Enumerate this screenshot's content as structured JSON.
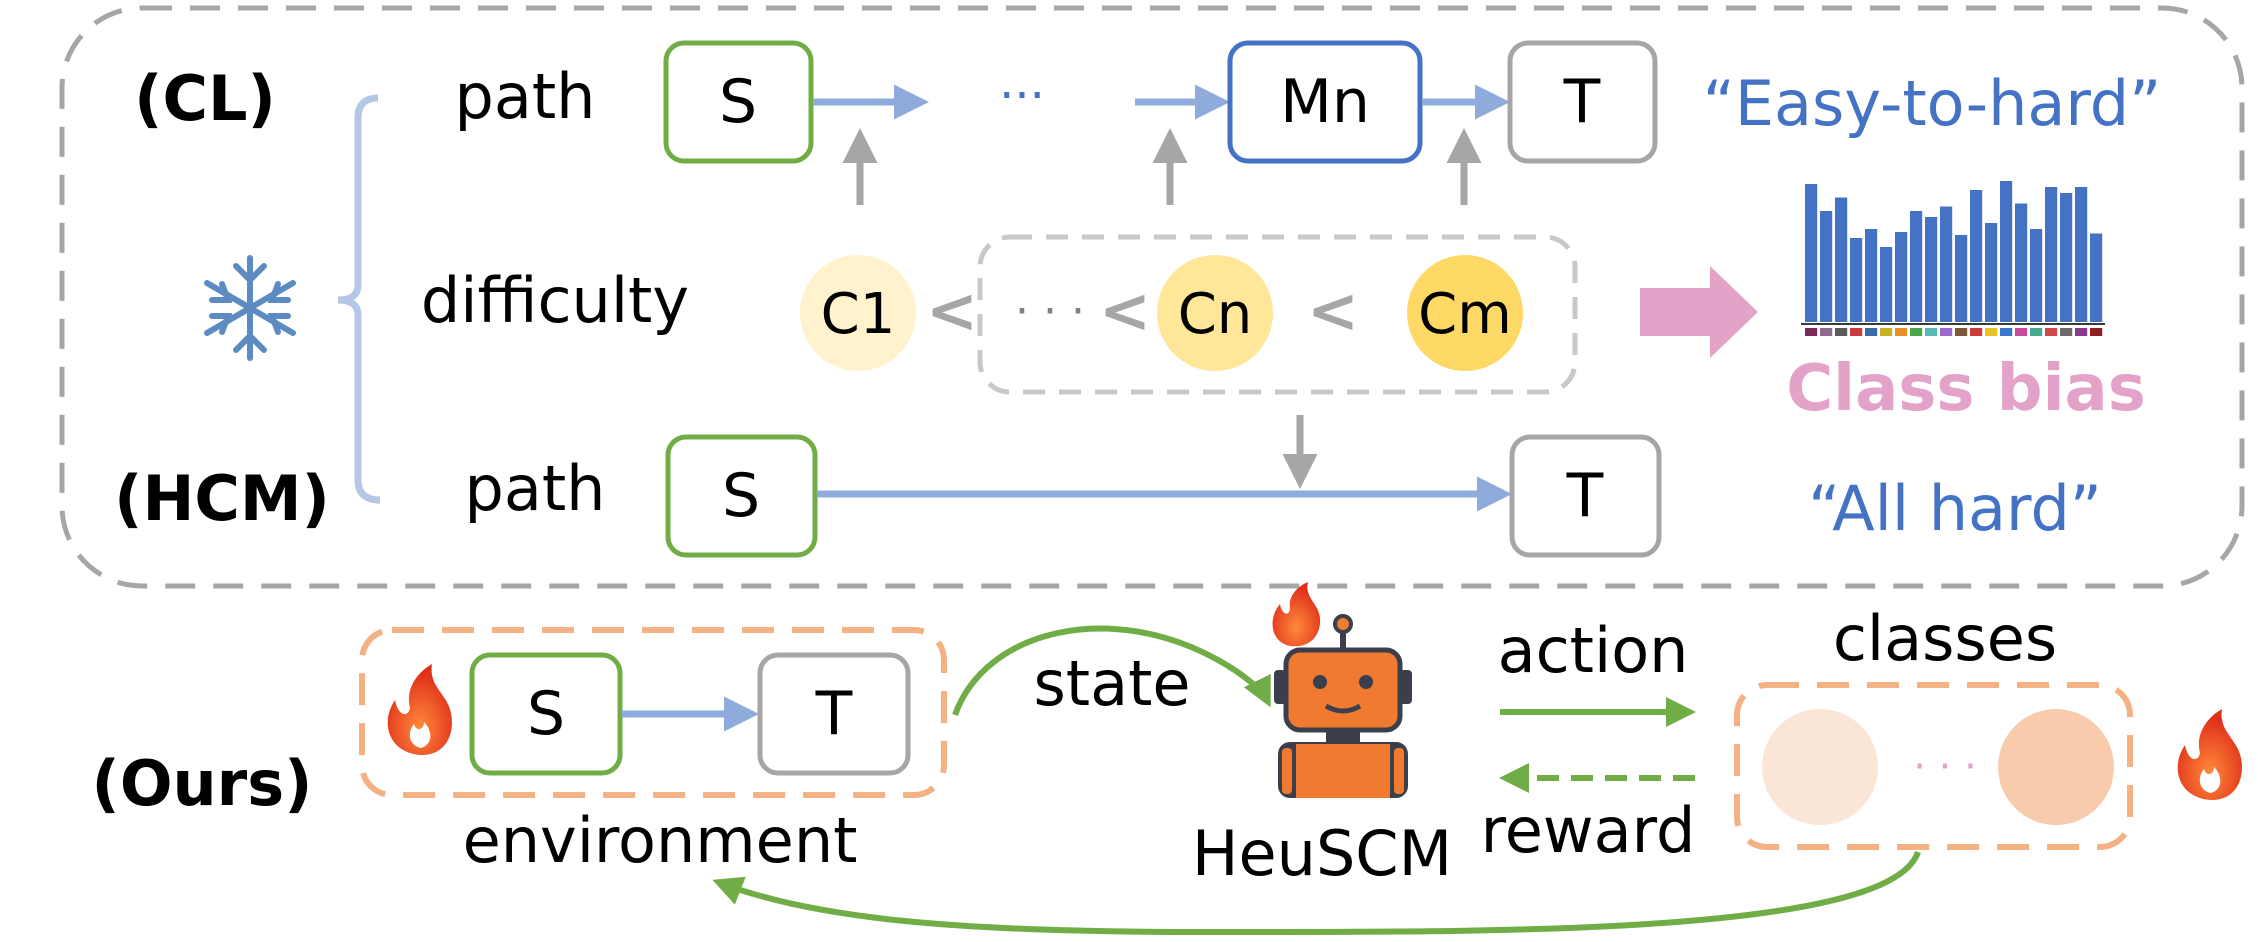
{
  "top_panel": {
    "cl_label": "(CL)",
    "hcm_label": "(HCM)",
    "cl_path_label": "path",
    "hcm_path_label": "path",
    "difficulty_label": "difficulty",
    "cl_nodes": {
      "source": "S",
      "ellipsis": "···",
      "middle": "Mn",
      "target": "T"
    },
    "hcm_nodes": {
      "source": "S",
      "target": "T"
    },
    "difficulty_nodes": {
      "c1": "C1",
      "dots": "· · ·",
      "cn": "Cn",
      "cm": "Cm"
    },
    "easy_to_hard": "“Easy-to-hard”",
    "all_hard": "“All hard”",
    "class_bias": "Class bias",
    "bias_bars": [
      0.92,
      0.74,
      0.83,
      0.56,
      0.62,
      0.5,
      0.6,
      0.74,
      0.7,
      0.77,
      0.58,
      0.88,
      0.66,
      0.94,
      0.79,
      0.62,
      0.9,
      0.86,
      0.9,
      0.59
    ],
    "bias_swatches": [
      "#7a2a5a",
      "#8e6a8e",
      "#5a5a5a",
      "#cc3a3a",
      "#3a6aa8",
      "#c8b028",
      "#e89028",
      "#4aa84a",
      "#58b8b8",
      "#9a6acc",
      "#7a5a3a",
      "#cc3a3a",
      "#e8c028",
      "#3a78cc",
      "#c84a9a",
      "#48a890",
      "#d04a4a",
      "#6a6a6a",
      "#8a3a8a",
      "#902020"
    ],
    "colors": {
      "blue_text": "#4472c4",
      "bar_blue": "#4472c4",
      "pink": "#e3a3c8",
      "gray_dash": "#a6a6a6",
      "green_border": "#70ad47",
      "blue_border": "#4472c4",
      "gray_border": "#a6a6a6",
      "arrow_blue": "#8fabdc",
      "c_light": "#fff2cc",
      "c_mid": "#ffe699",
      "c_dark": "#ffd966",
      "snow": "#5b8bc0"
    }
  },
  "bottom_panel": {
    "ours_label": "(Ours)",
    "env_nodes": {
      "source": "S",
      "target": "T"
    },
    "environment_label": "environment",
    "state_label": "state",
    "action_label": "action",
    "reward_label": "reward",
    "classes_label": "classes",
    "agent_label": "HeuSCM",
    "class_dots": "· · ·",
    "colors": {
      "orange_dash": "#f4b183",
      "green_arrow": "#70ad47",
      "class_light": "#fbe5d6",
      "class_mid": "#f8cbad",
      "flame": "#e8361e",
      "robot_orange": "#f07a30",
      "robot_dark": "#3a3f4b"
    }
  }
}
